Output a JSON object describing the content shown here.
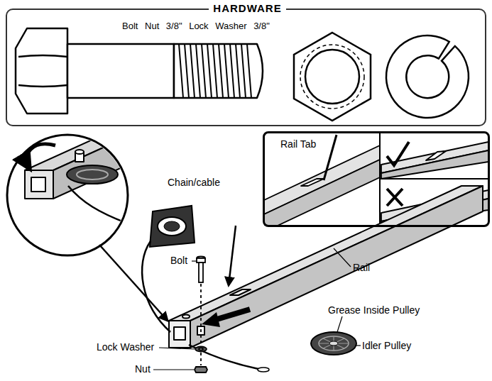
{
  "diagram": {
    "nodes": [
      {
        "text": [
          "HARDWARE",
          "Bolt Nut 3/8\" Lock Washer 3/8\""
        ]
      },
      {
        "text": [
          "Rail Tab"
        ]
      }
    ],
    "labels": [
      "Chain/cable",
      "Bolt",
      "Rail",
      "Grease Inside Pulley",
      "Idler Pulley",
      "Lock Washer",
      "Nut"
    ]
  }
}
